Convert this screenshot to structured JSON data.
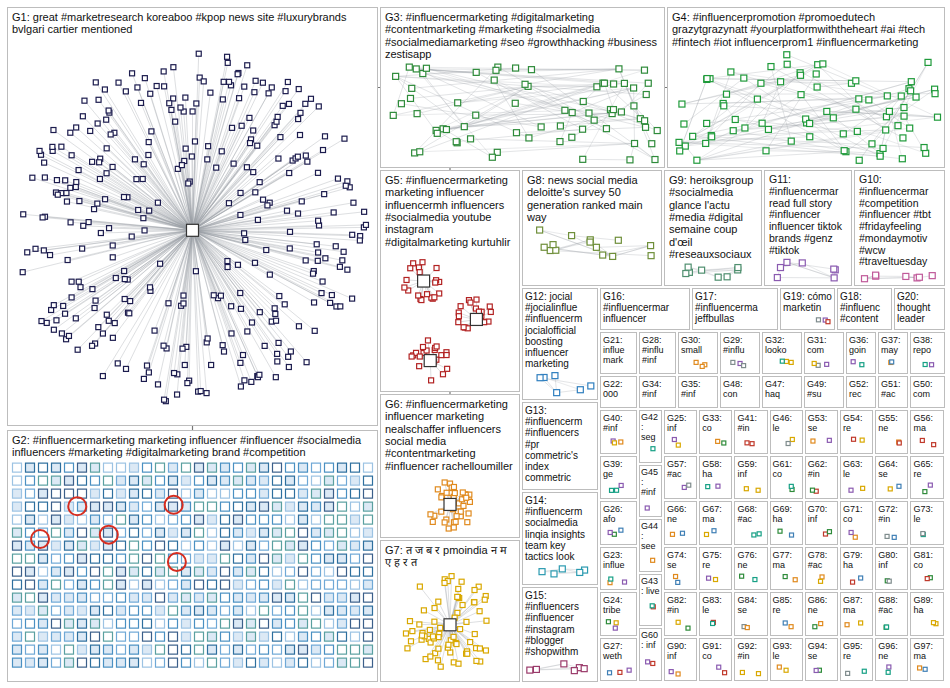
{
  "diagram": {
    "nodes": [
      {
        "text": [
          "G1: great #marketresearch koreaboo #kpop news site #luxurybrands bvlgari cartier mentioned"
        ]
      },
      {
        "text": [
          "G2: #influencermarketing marketing influencer #influencer #socialmedia influencers #marketing #digitalmarketing brand #competition"
        ]
      },
      {
        "text": [
          "G3: #influencermarketing #digitalmarketing #contentmarketing #marketing #socialmedia #socialmediamarketing #seo #growthhacking #business zestisapp"
        ]
      },
      {
        "text": [
          "G4: #influencerpromotion #promoedutech grazytgrazynatt #yourplatformwiththeheart #ai #tech #fintech #iot influencerprom1 #influencermarketing"
        ]
      },
      {
        "text": [
          "G5: #influencermarketing marketing influencer influencermh influencers #socialmedia youtube instagram #digitalmarketing kurtuhlir"
        ]
      },
      {
        "text": [
          "G6: #influencermarketing influencer marketing nealschaffer influencers social media #contentmarketing #influencer rachelloumiller"
        ]
      },
      {
        "text": [
          "G7: त ज ब र pmoindia न म ए ह र त"
        ]
      },
      {
        "text": [
          "G8: news social media deloitte's survey 50 generation ranked main way"
        ]
      },
      {
        "text": [
          "G9: heroiksgroup #socialmedia glance l'actu #media #digital semaine coup d'œil #reseauxsociaux"
        ]
      },
      {
        "text": [
          "G11: #influencermar read full story #influencer influencer tiktok brands #genz #tiktok"
        ]
      },
      {
        "text": [
          "G10: #influencermar #competition #influencer #tbt #fridayfeeling #mondaymotiv #wcw #traveltuesday"
        ]
      },
      {
        "text": [
          "G12: jocial #jocialinflue #influencerm jocialofficial boosting influencer marketing"
        ]
      },
      {
        "text": [
          "G13: #influencerm #influencers #pr commetric's index commetric"
        ]
      },
      {
        "text": [
          "G14: #influencerm socialmedia linqia insights team key tactics look"
        ]
      },
      {
        "text": [
          "G15: #influencers #influencer #instagram #blogger #shopwithm"
        ]
      },
      {
        "text": [
          "G16: #influencermar influencer"
        ]
      },
      {
        "text": [
          "G17: #influencerma jeffbullas"
        ]
      },
      {
        "text": [
          "G19: cómo marketin"
        ]
      },
      {
        "text": [
          "G18: #influenc #content"
        ]
      },
      {
        "text": [
          "G20: thought leader"
        ]
      },
      {
        "text": [
          "G21: influe mark"
        ]
      },
      {
        "text": [
          "G28: #influ #inf"
        ]
      },
      {
        "text": [
          "G30: small"
        ]
      },
      {
        "text": [
          "G29: #influ"
        ]
      },
      {
        "text": [
          "G32: looko"
        ]
      },
      {
        "text": [
          "G31: com"
        ]
      },
      {
        "text": [
          "G36: goin"
        ]
      },
      {
        "text": [
          "G37: may"
        ]
      },
      {
        "text": [
          "G38: repo"
        ]
      },
      {
        "text": [
          "G22: 000"
        ]
      },
      {
        "text": [
          "G34: #inf"
        ]
      },
      {
        "text": [
          "G35: #inf"
        ]
      },
      {
        "text": [
          "G48: con"
        ]
      },
      {
        "text": [
          "G47: haq"
        ]
      },
      {
        "text": [
          "G49: #su"
        ]
      },
      {
        "text": [
          "G52: rec"
        ]
      },
      {
        "text": [
          "G51: #ac"
        ]
      },
      {
        "text": [
          "G50: com"
        ]
      },
      {
        "text": [
          "G40: #inf"
        ]
      },
      {
        "text": [
          "G39: ge"
        ]
      },
      {
        "text": [
          "G26: afo"
        ]
      },
      {
        "text": [
          "G23: influe"
        ]
      },
      {
        "text": [
          "G24: tribe"
        ]
      },
      {
        "text": [
          "G27: weth"
        ]
      },
      {
        "text": [
          "G42: seg"
        ]
      },
      {
        "text": [
          "G45: #inf"
        ]
      },
      {
        "text": [
          "G44: see"
        ]
      },
      {
        "text": [
          "G43: live"
        ]
      },
      {
        "text": [
          "G60: inf"
        ]
      },
      {
        "text": [
          "G25: inf"
        ]
      },
      {
        "text": [
          "G33: co"
        ]
      },
      {
        "text": [
          "G41: #in"
        ]
      },
      {
        "text": [
          "G46: le"
        ]
      },
      {
        "text": [
          "G53: se"
        ]
      },
      {
        "text": [
          "G54: re"
        ]
      },
      {
        "text": [
          "G55: ne"
        ]
      },
      {
        "text": [
          "G56: ma"
        ]
      },
      {
        "text": [
          "G57: #ac"
        ]
      },
      {
        "text": [
          "G58: ha"
        ]
      },
      {
        "text": [
          "G59: inf"
        ]
      },
      {
        "text": [
          "G61: co"
        ]
      },
      {
        "text": [
          "G62: #in"
        ]
      },
      {
        "text": [
          "G63: le"
        ]
      },
      {
        "text": [
          "G64: se"
        ]
      },
      {
        "text": [
          "G65: re"
        ]
      },
      {
        "text": [
          "G66: ne"
        ]
      },
      {
        "text": [
          "G67: ma"
        ]
      },
      {
        "text": [
          "G68: #ac"
        ]
      },
      {
        "text": [
          "G69: ha"
        ]
      },
      {
        "text": [
          "G70: inf"
        ]
      },
      {
        "text": [
          "G71: co"
        ]
      },
      {
        "text": [
          "G72: #in"
        ]
      },
      {
        "text": [
          "G73: le"
        ]
      },
      {
        "text": [
          "G74: se"
        ]
      },
      {
        "text": [
          "G75: re"
        ]
      },
      {
        "text": [
          "G76: ne"
        ]
      },
      {
        "text": [
          "G77: ma"
        ]
      },
      {
        "text": [
          "G78: #ac"
        ]
      },
      {
        "text": [
          "G79: ha"
        ]
      },
      {
        "text": [
          "G80: inf"
        ]
      },
      {
        "text": [
          "G81: co"
        ]
      },
      {
        "text": [
          "G82: #in"
        ]
      },
      {
        "text": [
          "G83: le"
        ]
      },
      {
        "text": [
          "G84: se"
        ]
      },
      {
        "text": [
          "G85: re"
        ]
      },
      {
        "text": [
          "G86: ne"
        ]
      },
      {
        "text": [
          "G87: ma"
        ]
      },
      {
        "text": [
          "G88: #ac"
        ]
      },
      {
        "text": [
          "G89: ha"
        ]
      },
      {
        "text": [
          "G90: inf"
        ]
      },
      {
        "text": [
          "G91: co"
        ]
      },
      {
        "text": [
          "G92: #in"
        ]
      },
      {
        "text": [
          "G93: le"
        ]
      },
      {
        "text": [
          "G94: se"
        ]
      },
      {
        "text": [
          "G95: re"
        ]
      },
      {
        "text": [
          "G96: ne"
        ]
      },
      {
        "text": [
          "G97: ma"
        ]
      }
    ],
    "edges": [
      {
        "from": 0,
        "to": 1,
        "arrow": "none"
      },
      {
        "from": 0,
        "to": 2,
        "arrow": "none"
      },
      {
        "from": 2,
        "to": 3,
        "arrow": "none"
      },
      {
        "from": 2,
        "to": 4,
        "arrow": "none"
      },
      {
        "from": 4,
        "to": 5,
        "arrow": "none"
      }
    ]
  }
}
